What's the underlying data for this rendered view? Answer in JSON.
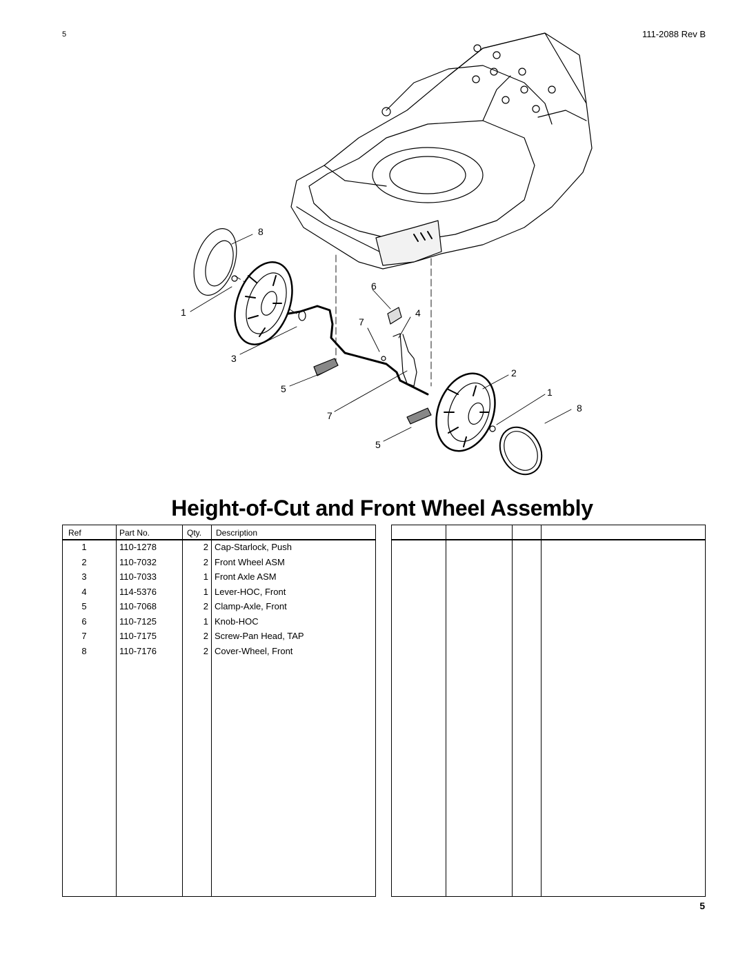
{
  "header": {
    "page_number": "5",
    "doc_number": "111-2088  Rev B"
  },
  "diagram": {
    "callouts": [
      "8",
      "1",
      "6",
      "7",
      "4",
      "3",
      "2",
      "5",
      "1",
      "8",
      "7",
      "5"
    ]
  },
  "title": "Height-of-Cut and Front Wheel Assembly",
  "parts_table": {
    "headers": {
      "ref": "Ref",
      "part_no": "Part No.",
      "qty": "Qty.",
      "description": "Description"
    },
    "rows": [
      {
        "ref": "1",
        "part_no": "110-1278",
        "qty": "2",
        "description": "Cap-Starlock, Push"
      },
      {
        "ref": "2",
        "part_no": "110-7032",
        "qty": "2",
        "description": "Front Wheel ASM"
      },
      {
        "ref": "3",
        "part_no": "110-7033",
        "qty": "1",
        "description": "Front Axle ASM"
      },
      {
        "ref": "4",
        "part_no": "114-5376",
        "qty": "1",
        "description": "Lever-HOC, Front"
      },
      {
        "ref": "5",
        "part_no": "110-7068",
        "qty": "2",
        "description": "Clamp-Axle, Front"
      },
      {
        "ref": "6",
        "part_no": "110-7125",
        "qty": "1",
        "description": "Knob-HOC"
      },
      {
        "ref": "7",
        "part_no": "110-7175",
        "qty": "2",
        "description": "Screw-Pan Head, TAP"
      },
      {
        "ref": "8",
        "part_no": "110-7176",
        "qty": "2",
        "description": "Cover-Wheel, Front"
      }
    ]
  },
  "footer": {
    "page_number": "5"
  }
}
